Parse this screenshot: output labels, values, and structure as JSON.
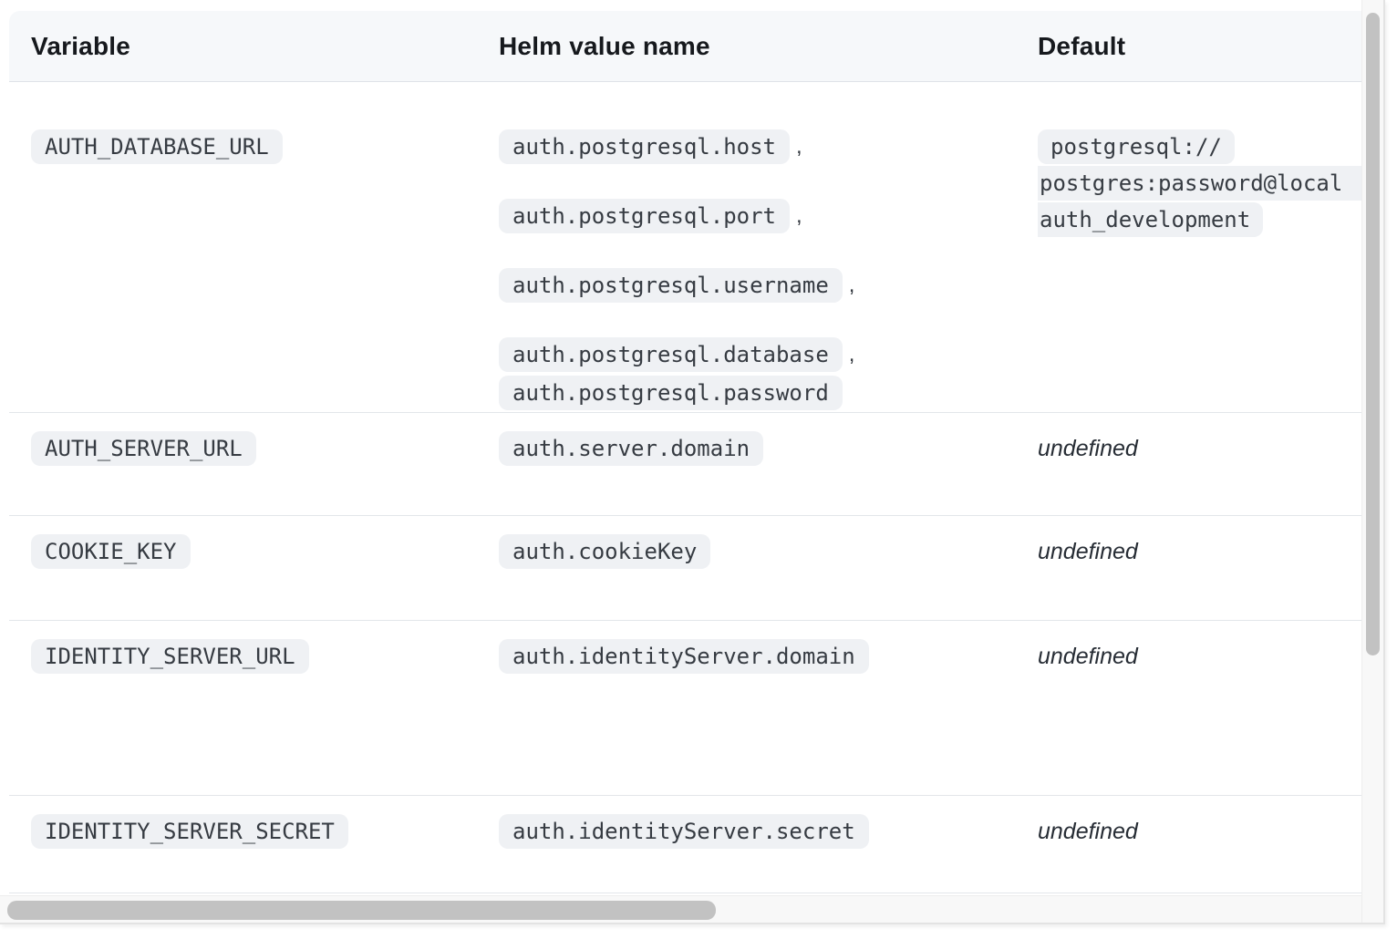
{
  "table": {
    "headers": [
      {
        "label": "Variable"
      },
      {
        "label": "Helm value name"
      },
      {
        "label": "Default"
      }
    ],
    "separator": ",",
    "rows": [
      {
        "variable": "AUTH_DATABASE_URL",
        "helm_values": [
          "auth.postgresql.host",
          "auth.postgresql.port",
          "auth.postgresql.username",
          "auth.postgresql.database",
          "auth.postgresql.password"
        ],
        "default_code_lines": [
          "postgresql://",
          "postgres:password@local",
          "auth_development"
        ]
      },
      {
        "variable": "AUTH_SERVER_URL",
        "helm_values": [
          "auth.server.domain"
        ],
        "default_text": "undefined"
      },
      {
        "variable": "COOKIE_KEY",
        "helm_values": [
          "auth.cookieKey"
        ],
        "default_text": "undefined"
      },
      {
        "variable": "IDENTITY_SERVER_URL",
        "helm_values": [
          "auth.identityServer.domain"
        ],
        "default_text": "undefined"
      },
      {
        "variable": "IDENTITY_SERVER_SECRET",
        "helm_values": [
          "auth.identityServer.secret"
        ],
        "default_text": "undefined"
      }
    ]
  },
  "colors": {
    "header_bg": "#f6f8fa",
    "code_chip_bg": "#eff1f4",
    "text": "#16191d",
    "code_text": "#363b42",
    "row_divider": "#e3e6ea",
    "scrollbar_thumb": "#c2c2c2",
    "scrollbar_track": "#f8f8f8"
  }
}
